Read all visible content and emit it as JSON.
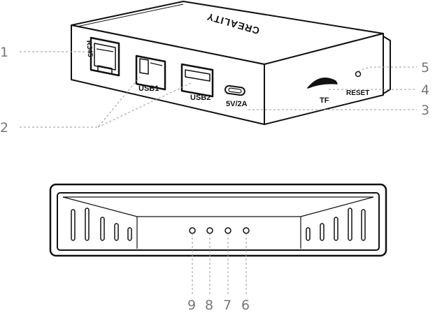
{
  "device": {
    "brand_text": "CREALITY",
    "ports": {
      "rj45": "RJ45",
      "usb1": "USB1",
      "usb2": "USB2",
      "power": "5V/2A",
      "tf": "TF",
      "reset": "RESET"
    }
  },
  "callouts": {
    "c1": "1",
    "c2": "2",
    "c3": "3",
    "c4": "4",
    "c5": "5",
    "c6": "6",
    "c7": "7",
    "c8": "8",
    "c9": "9"
  }
}
